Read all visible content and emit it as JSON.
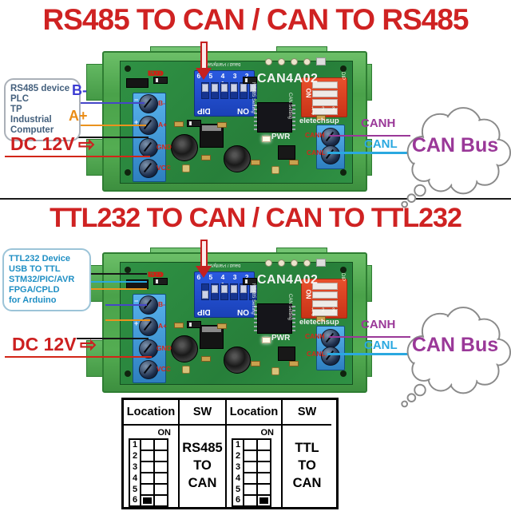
{
  "titles": {
    "top": "RS485 TO CAN / CAN TO RS485",
    "middle": "TTL232 TO CAN / CAN TO TTL232"
  },
  "section1": {
    "device_box": [
      "RS485 device",
      "PLC",
      "TP",
      "Industrial",
      "Computer"
    ],
    "wire_b_label": "B-",
    "wire_a_label": "A+",
    "power_label": "DC 12V",
    "canh_label": "CANH",
    "canl_label": "CANL",
    "cloud_label": "CAN Bus"
  },
  "section2": {
    "device_box": [
      "TTL232 Device",
      "USB TO TTL",
      "STM32/PIC/AVR",
      "FPGA/CPLD",
      "for Arduino"
    ],
    "power_label": "DC 12V",
    "canh_label": "CANH",
    "canl_label": "CANL",
    "cloud_label": "CAN Bus"
  },
  "board": {
    "model": "CAN4A02",
    "brand": "eletechsup",
    "pwr_label": "PWR",
    "header_pin_labels": [
      "GND",
      "TXD",
      "RXD"
    ],
    "left_terminal_labels": [
      "B-",
      "A+",
      "GND",
      "VCC"
    ],
    "right_terminal_labels": [
      "CANH",
      "CANL"
    ],
    "blue_dip": {
      "numbers": "6 5 4 3 2 1",
      "dip_label": "DIP",
      "on_label": "ON",
      "top_text": "baud / Parity/sw"
    },
    "red_dip": {
      "on_label": "ON",
      "dip_label": "DIP",
      "numbers": "1 2 3 4"
    },
    "silkscreen": {
      "rs485": "RS485 Setting",
      "can": "CAN Setting"
    }
  },
  "icons": {
    "dc_arrow_glyph": "⇨"
  },
  "table": {
    "headers": [
      "Location",
      "SW",
      "Location",
      "SW"
    ],
    "on_label": "ON",
    "switch_numbers": [
      "1",
      "2",
      "3",
      "4",
      "5",
      "6"
    ],
    "sw_rs485": [
      "RS485",
      "TO",
      "CAN"
    ],
    "sw_ttl": [
      "TTL",
      "TO",
      "CAN"
    ],
    "diagram_rs485": {
      "filled_row": 6,
      "filled_side": "off"
    },
    "diagram_ttl": {
      "filled_row": 6,
      "filled_side": "on"
    }
  },
  "colors": {
    "title_red": "#cf2222",
    "wire_blue": "#4646c8",
    "wire_orange": "#ea921e",
    "wire_black": "#161616",
    "wire_red": "#d22618",
    "canh_purple": "#9a3898",
    "canl_cyan": "#2aa8e0"
  }
}
